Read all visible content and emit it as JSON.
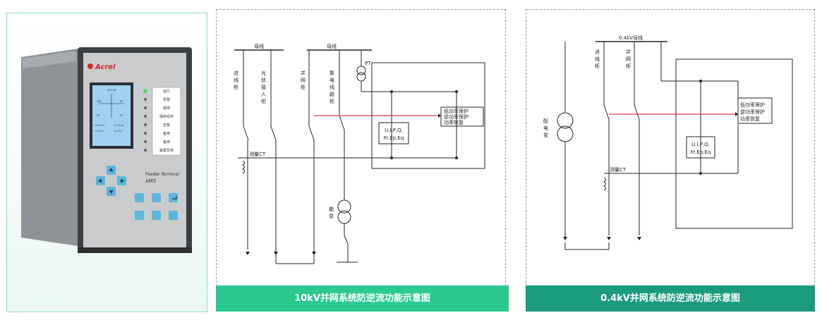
{
  "device": {
    "brand": "Acrel",
    "product_line": "Feeder Terminal",
    "model": "AM5",
    "screen_lines": [
      "APS-3B",
      "10P",
      "5P",
      "2P",
      "PT",
      "0.00 kV",
      "0.00 kV",
      "0.00 A",
      "0.00 A"
    ],
    "led_labels": [
      "运行",
      "告警",
      "跳闸",
      "保护动作",
      "告警",
      "备用",
      "备用",
      "装置异常"
    ]
  },
  "diagram_10kv": {
    "bus_left": "母线",
    "bus_right": "母线",
    "pt": "PT",
    "cab_incoming": [
      "进",
      "线",
      "柜"
    ],
    "cab_pv": [
      "光",
      "伏",
      "接",
      "入",
      "柜"
    ],
    "cab_grid": [
      "并",
      "网",
      "柜"
    ],
    "cab_collector": [
      "集",
      "电",
      "线",
      "路",
      "柜"
    ],
    "ct": "测量CT",
    "meas_line1": "U,I,P,Q,",
    "meas_line2": "Fr,Ep,Eq",
    "protections": [
      "低功率保护",
      "逆功率保护",
      "功率恢复"
    ],
    "transformer": [
      "箱",
      "变"
    ]
  },
  "diagram_04kv": {
    "bus": "0.4kV母线",
    "cab_incoming": [
      "进",
      "线",
      "柜"
    ],
    "cab_grid": [
      "并",
      "网",
      "柜"
    ],
    "transformer": [
      "配",
      "电",
      "变"
    ],
    "ct": "测量CT",
    "meas_line1": "U,I,P,Q,",
    "meas_line2": "Fr,Ep,Eq",
    "protections": [
      "低功率保护",
      "逆功率保护",
      "功率恢复"
    ]
  },
  "captions": {
    "left": "10kV并网系统防逆流功能示意图",
    "right": "0.4kV并网系统防逆流功能示意图"
  },
  "colors": {
    "caption_left": "#2bc890",
    "caption_right": "#1a9b7e",
    "signal_line": "#e03c3c"
  }
}
